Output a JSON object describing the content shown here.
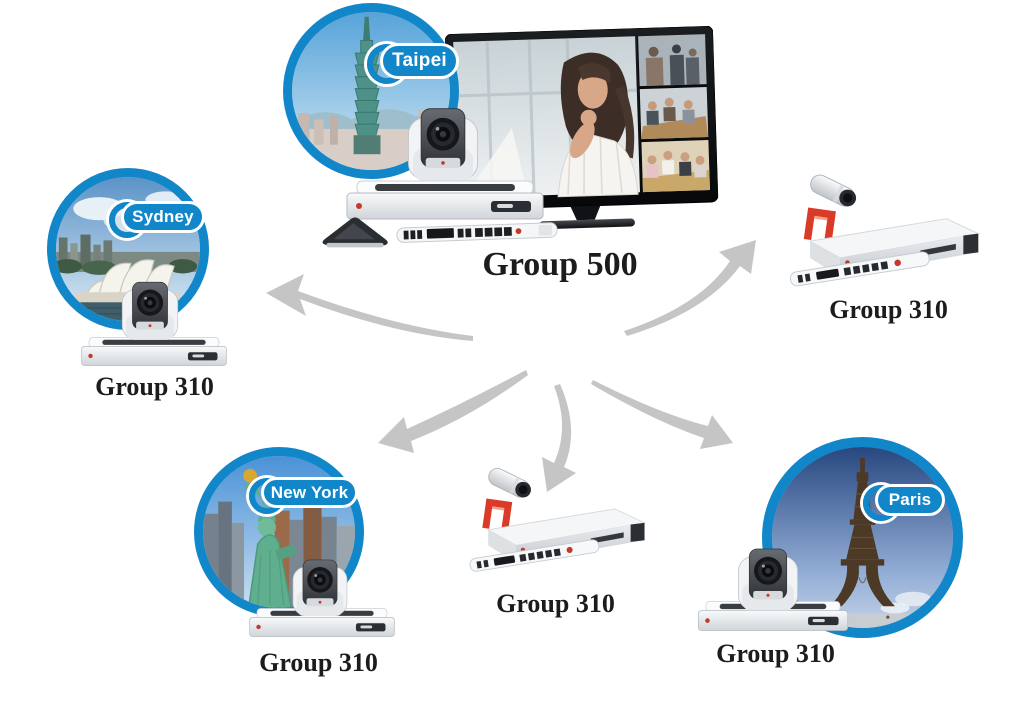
{
  "hub": {
    "city": "Taipei",
    "device_label": "Group 500",
    "devices": [
      "tv-monitor",
      "ptz-camera",
      "codec",
      "mic-pod",
      "remote-control"
    ]
  },
  "sites": [
    {
      "id": "sydney",
      "city": "Sydney",
      "device_label": "Group 310",
      "devices": [
        "ptz-camera",
        "codec"
      ]
    },
    {
      "id": "east",
      "device_label": "Group 310",
      "devices": [
        "compact-camera",
        "codec",
        "remote-control"
      ]
    },
    {
      "id": "new-york",
      "city": "New York",
      "device_label": "Group 310",
      "devices": [
        "ptz-camera",
        "codec"
      ]
    },
    {
      "id": "south",
      "device_label": "Group 310",
      "devices": [
        "compact-camera",
        "codec",
        "remote-control"
      ]
    },
    {
      "id": "paris",
      "city": "Paris",
      "device_label": "Group 310",
      "devices": [
        "ptz-camera",
        "codec"
      ]
    }
  ],
  "connections": [
    {
      "from": "hub",
      "to": "sydney"
    },
    {
      "from": "hub",
      "to": "east"
    },
    {
      "from": "hub",
      "to": "new-york"
    },
    {
      "from": "hub",
      "to": "south"
    },
    {
      "from": "hub",
      "to": "paris"
    }
  ],
  "colors": {
    "badge_blue": "#1186c9",
    "arrow_gray": "#c5c5c5",
    "bracket_red": "#da3a28",
    "label_text": "#1c1c1c",
    "background": "#ffffff"
  },
  "icons": {
    "ptz-camera-icon": "svg-shape",
    "compact-camera-icon": "svg-shape",
    "codec-icon": "svg-shape",
    "remote-icon": "svg-shape",
    "mic-pod-icon": "svg-shape",
    "tv-monitor-icon": "svg-shape",
    "curved-arrow-icon": "svg-shape"
  }
}
